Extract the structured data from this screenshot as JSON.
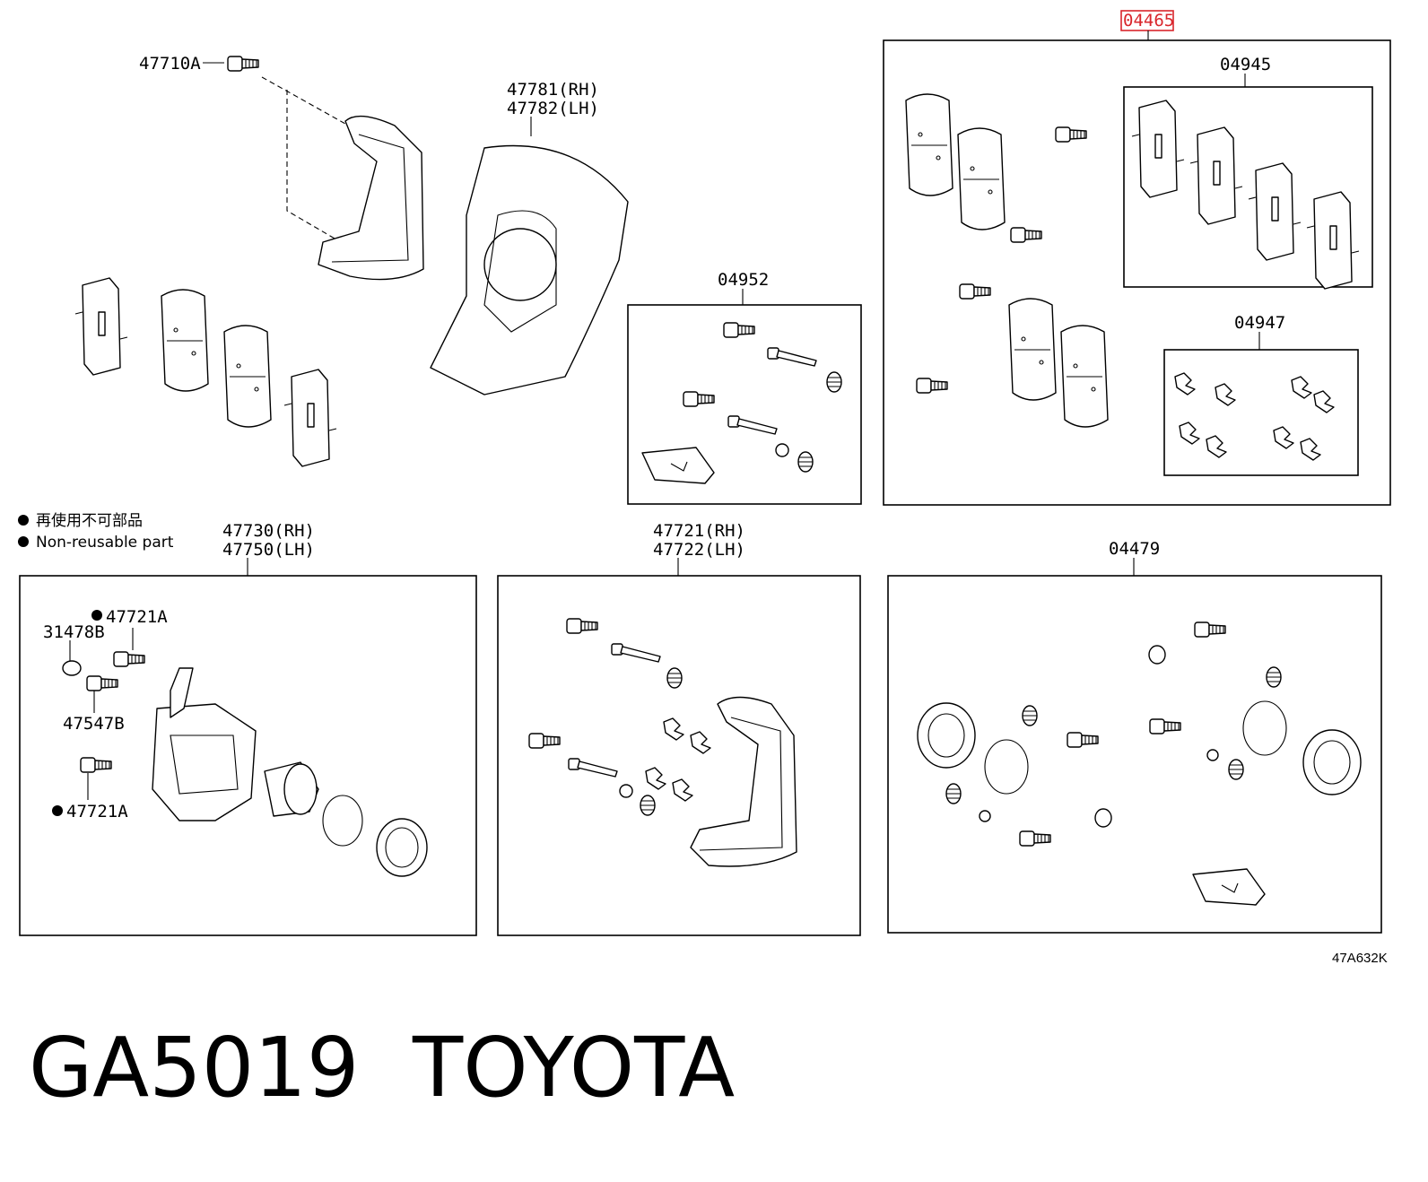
{
  "labels": {
    "p04465": "04465",
    "p47710a": "47710A",
    "p47781": "47781(RH)",
    "p47782": "47782(LH)",
    "p04945": "04945",
    "p04952": "04952",
    "p04947": "04947",
    "p47730": "47730(RH)",
    "p47750": "47750(LH)",
    "p47721rh": "47721(RH)",
    "p47722lh": "47722(LH)",
    "p04479": "04479",
    "p47721a_top": "47721A",
    "p31478b": "31478B",
    "p47547b": "47547B",
    "p47721a_bottom": "47721A"
  },
  "legend": {
    "line1": "再使用不可部品",
    "line2": "Non-reusable part"
  },
  "diagram_code": "47A632K",
  "footer": {
    "part_number": "GA5019",
    "brand": "TOYOTA"
  },
  "colors": {
    "highlight": "#d9262c",
    "ink": "#000000"
  }
}
